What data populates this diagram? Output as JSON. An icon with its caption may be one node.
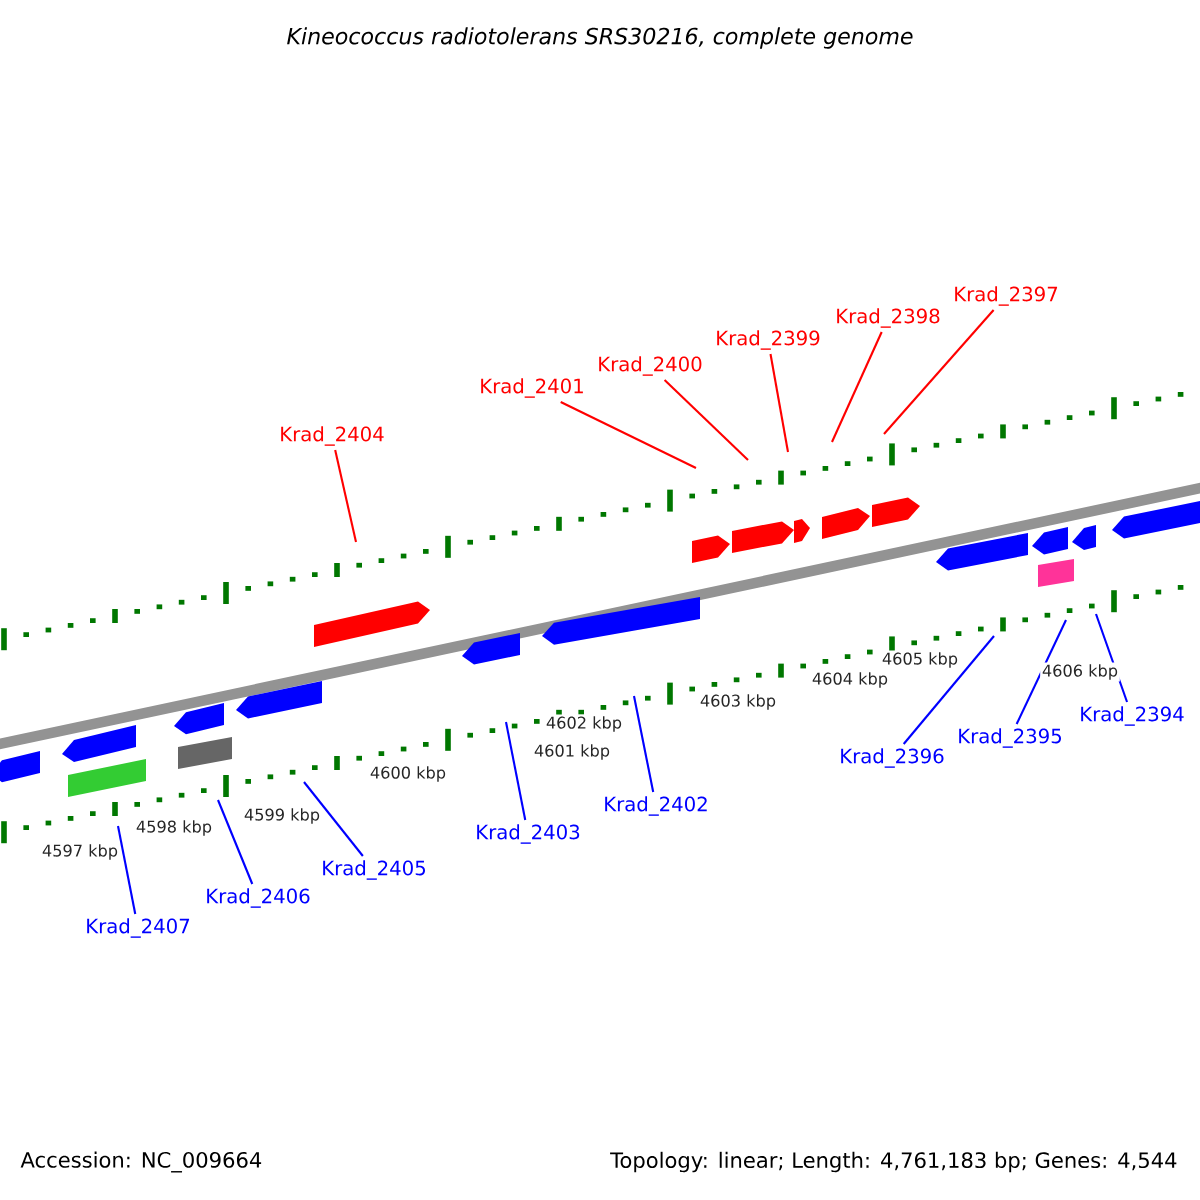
{
  "diagram": {
    "title": "Kineococcus radiotolerans SRS30216, complete genome",
    "nodes": [
      {
        "text": [
          "Krad_2404"
        ]
      },
      {
        "text": [
          "Krad_2401"
        ]
      },
      {
        "text": [
          "Krad_2400"
        ]
      },
      {
        "text": [
          "Krad_2399"
        ]
      },
      {
        "text": [
          "Krad_2398"
        ]
      },
      {
        "text": [
          "Krad_2397"
        ]
      },
      {
        "text": [
          "Krad_2407"
        ]
      },
      {
        "text": [
          "Krad_2406"
        ]
      },
      {
        "text": [
          "Krad_2405"
        ]
      },
      {
        "text": [
          "Krad_2403"
        ]
      },
      {
        "text": [
          "Krad_2402"
        ]
      },
      {
        "text": [
          "Krad_2396"
        ]
      },
      {
        "text": [
          "Krad_2395"
        ]
      },
      {
        "text": [
          "Krad_2394"
        ]
      }
    ],
    "edges": [
      {
        "from": 0,
        "to": null,
        "arrow": "none",
        "color": "#ff0000"
      },
      {
        "from": 1,
        "to": null,
        "arrow": "none",
        "color": "#ff0000"
      },
      {
        "from": 2,
        "to": null,
        "arrow": "none",
        "color": "#ff0000"
      },
      {
        "from": 3,
        "to": null,
        "arrow": "none",
        "color": "#ff0000"
      },
      {
        "from": 4,
        "to": null,
        "arrow": "none",
        "color": "#ff0000"
      },
      {
        "from": 5,
        "to": null,
        "arrow": "none",
        "color": "#ff0000"
      },
      {
        "from": 6,
        "to": null,
        "arrow": "none"
      },
      {
        "from": 7,
        "to": null,
        "arrow": "none"
      },
      {
        "from": 8,
        "to": null,
        "arrow": "none"
      },
      {
        "from": 9,
        "to": null,
        "arrow": "none"
      },
      {
        "from": 10,
        "to": null,
        "arrow": "none"
      },
      {
        "from": 11,
        "to": null,
        "arrow": "none"
      },
      {
        "from": 12,
        "to": null,
        "arrow": "none"
      },
      {
        "from": 13,
        "to": null,
        "arrow": "none"
      }
    ],
    "labels": [
      "4597 kbp",
      "4598 kbp",
      "4599 kbp",
      "4600 kbp",
      "4601 kbp",
      "4602 kbp",
      "4603 kbp",
      "4604 kbp",
      "4605 kbp",
      "4606 kbp",
      "Accession: NC_009664",
      "Topology: linear; Length: 4,761,183 bp; Genes: 4,544"
    ]
  }
}
